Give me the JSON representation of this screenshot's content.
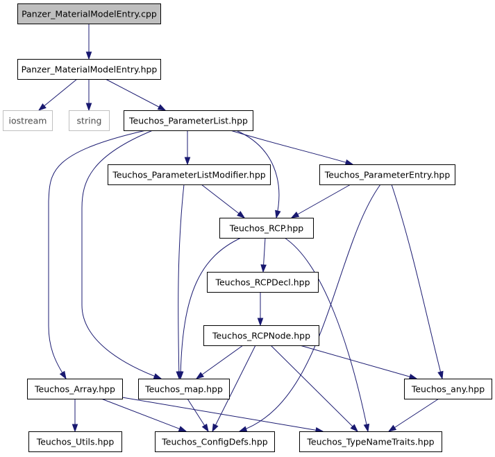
{
  "colors": {
    "edge": "#191970",
    "node_border": "#000000",
    "node_fill": "#ffffff",
    "root_fill": "#bfbfbf",
    "external_border": "#bfbfbf",
    "external_text": "#4a4a4a"
  },
  "nodes": {
    "cpp": "Panzer_MaterialModelEntry.cpp",
    "hpp": "Panzer_MaterialModelEntry.hpp",
    "iostream": "iostream",
    "string": "string",
    "paramlist": "Teuchos_ParameterList.hpp",
    "plmodifier": "Teuchos_ParameterListModifier.hpp",
    "paramentry": "Teuchos_ParameterEntry.hpp",
    "rcp": "Teuchos_RCP.hpp",
    "rcpdecl": "Teuchos_RCPDecl.hpp",
    "rcpnode": "Teuchos_RCPNode.hpp",
    "array": "Teuchos_Array.hpp",
    "map": "Teuchos_map.hpp",
    "any": "Teuchos_any.hpp",
    "utils": "Teuchos_Utils.hpp",
    "configdefs": "Teuchos_ConfigDefs.hpp",
    "typenametraits": "Teuchos_TypeNameTraits.hpp"
  },
  "edges": [
    [
      "cpp",
      "hpp"
    ],
    [
      "hpp",
      "iostream"
    ],
    [
      "hpp",
      "string"
    ],
    [
      "hpp",
      "paramlist"
    ],
    [
      "paramlist",
      "plmodifier"
    ],
    [
      "paramlist",
      "paramentry"
    ],
    [
      "paramlist",
      "rcp"
    ],
    [
      "paramlist",
      "array"
    ],
    [
      "paramlist",
      "map"
    ],
    [
      "plmodifier",
      "rcp"
    ],
    [
      "plmodifier",
      "map"
    ],
    [
      "paramentry",
      "rcp"
    ],
    [
      "paramentry",
      "configdefs"
    ],
    [
      "paramentry",
      "any"
    ],
    [
      "rcp",
      "rcpdecl"
    ],
    [
      "rcp",
      "map"
    ],
    [
      "rcp",
      "typenametraits"
    ],
    [
      "rcpdecl",
      "rcpnode"
    ],
    [
      "rcpnode",
      "map"
    ],
    [
      "rcpnode",
      "configdefs"
    ],
    [
      "rcpnode",
      "typenametraits"
    ],
    [
      "rcpnode",
      "any"
    ],
    [
      "array",
      "utils"
    ],
    [
      "array",
      "configdefs"
    ],
    [
      "array",
      "typenametraits"
    ],
    [
      "map",
      "configdefs"
    ],
    [
      "any",
      "typenametraits"
    ]
  ]
}
